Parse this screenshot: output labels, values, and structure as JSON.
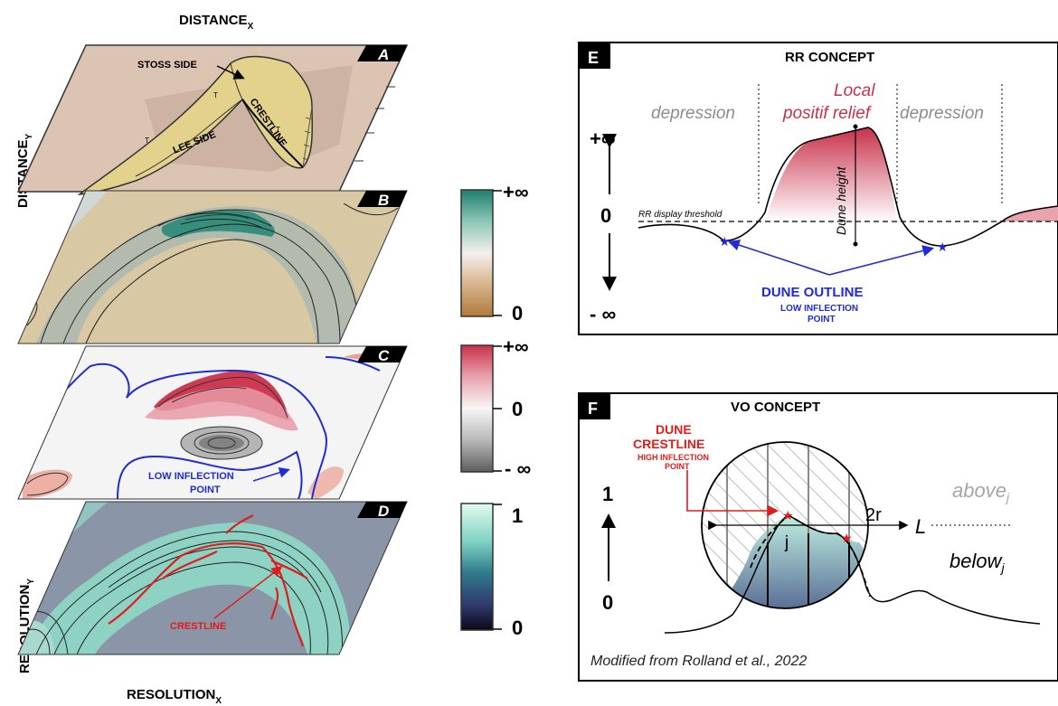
{
  "axes": {
    "distance_x": "DISTANCE",
    "distance_x_sub": "X",
    "distance_y": "DISTANCE",
    "distance_y_sub": "Y",
    "resolution_x": "RESOLUTION",
    "resolution_x_sub": "X",
    "resolution_y": "RESOLUTION",
    "resolution_y_sub": "Y"
  },
  "panels": {
    "a": {
      "letter": "A",
      "stoss": "STOSS SIDE",
      "lee": "LEE SIDE",
      "crestline": "CRESTLINE",
      "t": "T"
    },
    "b": {
      "letter": "B"
    },
    "c": {
      "letter": "C",
      "low_inflection_1": "LOW INFLECTION",
      "low_inflection_2": "POINT"
    },
    "d": {
      "letter": "D",
      "crestline": "CRESTLINE"
    }
  },
  "colorbars": {
    "b": {
      "top": "+∞",
      "bottom": "0",
      "colors": [
        "#1e7f6e",
        "#8cc7b7",
        "#f5f0ec",
        "#d7b48c",
        "#b07a3a"
      ]
    },
    "c": {
      "top": "+∞",
      "mid": "0",
      "bottom": "- ∞",
      "colors": [
        "#c8314a",
        "#e8a3ae",
        "#f7f7f7",
        "#b8b8b8",
        "#5d5d5d"
      ]
    },
    "d": {
      "top": "1",
      "bottom": "0",
      "colors": [
        "#e1fbef",
        "#7ed3c2",
        "#2f7a8c",
        "#2f3a6e",
        "#0b0718"
      ]
    }
  },
  "panel_e": {
    "letter": "E",
    "title": "RR CONCEPT",
    "plus_inf": "+∞",
    "zero": "0",
    "minus_inf": "- ∞",
    "depression_left": "depression",
    "depression_right": "depression",
    "local_1": "Local",
    "local_2": "positif relief",
    "threshold": "RR display threshold",
    "dune_height": "Dune height",
    "outline": "DUNE OUTLINE",
    "low_1": "LOW INFLECTION",
    "low_2": "POINT"
  },
  "panel_f": {
    "letter": "F",
    "title": "VO CONCEPT",
    "crest_1": "DUNE",
    "crest_2": "CRESTLINE",
    "high_1": "HIGH INFLECTION",
    "high_2": "POINT",
    "one": "1",
    "zero": "0",
    "two_r": "2r",
    "j": "j",
    "L": "L",
    "above": "above",
    "above_sub": "j",
    "below": "below",
    "below_sub": "j",
    "credit": "Modified from Rolland et al., 2022"
  }
}
